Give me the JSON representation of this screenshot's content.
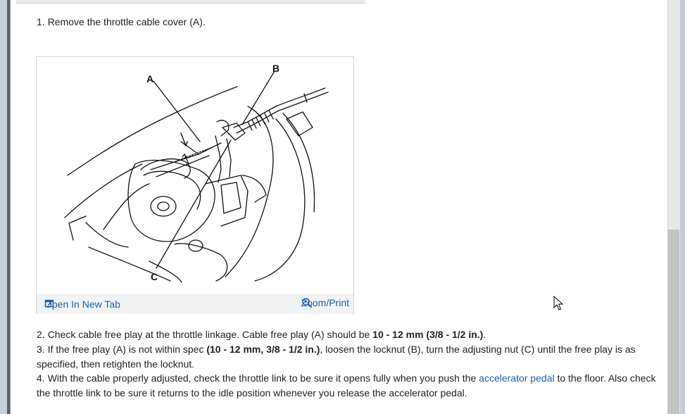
{
  "steps": {
    "s1": {
      "num": "1.",
      "text": "Remove the throttle cable cover (A)."
    },
    "s2": {
      "num": "2.",
      "pre": "Check cable free play at the throttle linkage. Cable free play (A) should be ",
      "bold": "10 - 12 mm (3/8 - 1/2 in.)",
      "post": "."
    },
    "s3": {
      "num": "3.",
      "pre": "If the free play (A) is not within spec ",
      "bold": "(10 - 12 mm, 3/8 - 1/2 in.)",
      "post": ", loosen the locknut (B), turn the adjusting nut (C) until the free play is as specified, then retighten the locknut."
    },
    "s4": {
      "num": "4.",
      "pre": "With the cable properly adjusted, check the throttle link to be sure it opens fully when you push the ",
      "link": "accelerator pedal",
      "post": " to the floor. Also check the throttle link to be sure it returns to the idle position whenever you release the accelerator pedal."
    }
  },
  "figure": {
    "label_a": "A",
    "label_b": "B",
    "label_c": "C",
    "open_tab": "Open In New Tab",
    "zoom_print": "Zoom/Print",
    "icons": {
      "open": "open-in-new-tab-icon",
      "zoom": "zoom-magnifier-icon"
    }
  },
  "colors": {
    "link": "#1f5fa6",
    "text": "#222222"
  }
}
